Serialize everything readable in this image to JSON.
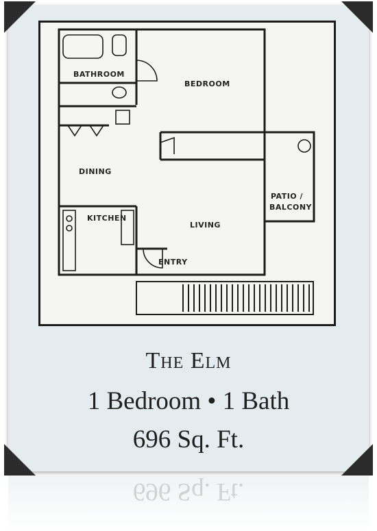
{
  "floorplan": {
    "rooms": {
      "bathroom": "BATHROOM",
      "bedroom": "BEDROOM",
      "dining": "DINING",
      "kitchen": "KITCHEN",
      "living": "LIVING",
      "entry": "ENTRY",
      "patio_line1": "PATIO /",
      "patio_line2": "BALCONY"
    },
    "colors": {
      "card": "#e4ecef",
      "plan_bg": "#f5f5f3",
      "ink": "#1c1c1c"
    }
  },
  "caption": {
    "name": "The Elm",
    "rooms": "1 Bedroom • 1 Bath",
    "area": "696 Sq. Ft."
  }
}
